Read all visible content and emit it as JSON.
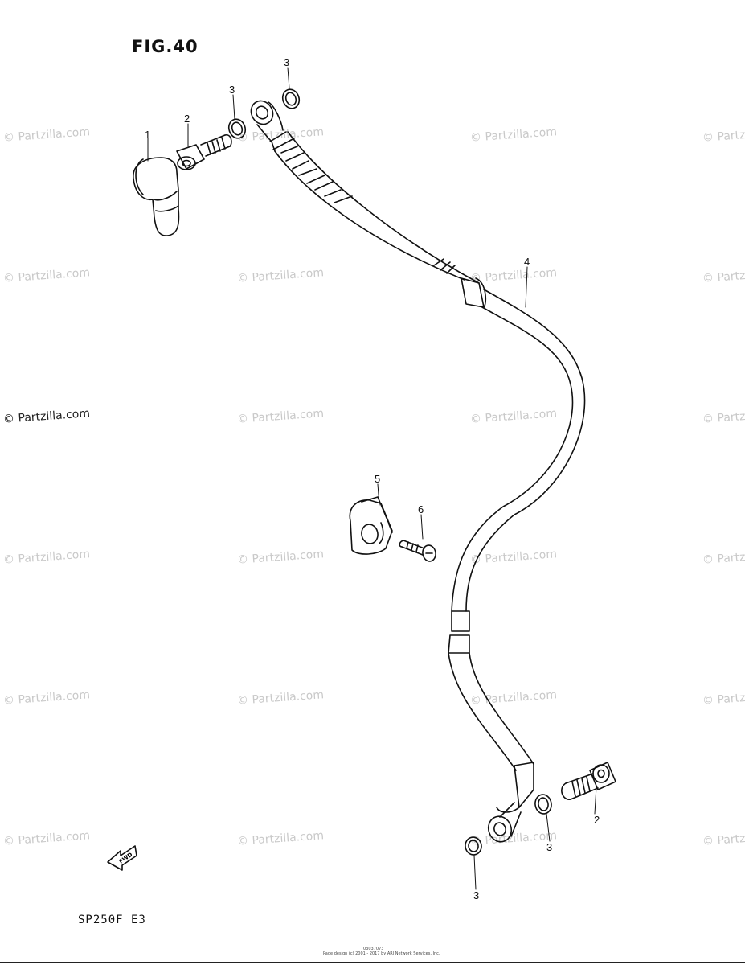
{
  "figure": {
    "title": "FIG.40",
    "model": "SP250F  E3"
  },
  "watermark": {
    "text": "© Partzilla.com"
  },
  "callouts": [
    {
      "id": "c1",
      "label": "1"
    },
    {
      "id": "c2a",
      "label": "2"
    },
    {
      "id": "c3a",
      "label": "3"
    },
    {
      "id": "c3b",
      "label": "3"
    },
    {
      "id": "c4",
      "label": "4"
    },
    {
      "id": "c5",
      "label": "5"
    },
    {
      "id": "c6",
      "label": "6"
    },
    {
      "id": "c2b",
      "label": "2"
    },
    {
      "id": "c3c",
      "label": "3"
    },
    {
      "id": "c3d",
      "label": "3"
    }
  ],
  "fwd_mark": {
    "label": "FWD"
  },
  "footer": {
    "code": "03037073",
    "line": "Page design (c) 2001 - 2017 by ARI Network Services, Inc."
  },
  "colors": {
    "line": "#111111",
    "watermark": "#c9c9c9"
  }
}
